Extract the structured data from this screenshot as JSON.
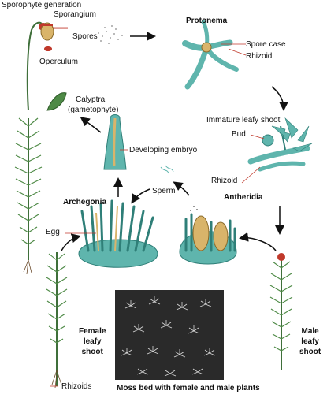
{
  "labels": {
    "sporophyte_generation": "Sporophyte generation",
    "sporangium": "Sporangium",
    "spores": "Spores",
    "operculum": "Operculum",
    "protonema": "Protonema",
    "spore_case": "Spore case",
    "rhizoid_top": "Rhizoid",
    "calyptra": "Calyptra",
    "calyptra_sub": "(gametophyte)",
    "immature_leafy_shoot": "Immature leafy shoot",
    "bud": "Bud",
    "developing_embryo": "Developing embryo",
    "rhizoid_mid": "Rhizoid",
    "sperm": "Sperm",
    "archegonia": "Archegonia",
    "antheridia": "Antheridia",
    "egg": "Egg",
    "female_leafy_shoot": [
      "Female",
      "leafy",
      "shoot"
    ],
    "male_leafy_shoot": [
      "Male",
      "leafy",
      "shoot"
    ],
    "rhizoids": "Rhizoids",
    "photo_caption": "Moss bed with female and male plants"
  },
  "colors": {
    "teal": "#5fb5ad",
    "teal_dark": "#2f7f78",
    "plant_green": "#3f6f3a",
    "leaf_light": "#8fbf7a",
    "red": "#c0392b",
    "tan": "#d9b46a",
    "photo_bg": "#2a2a2a"
  }
}
